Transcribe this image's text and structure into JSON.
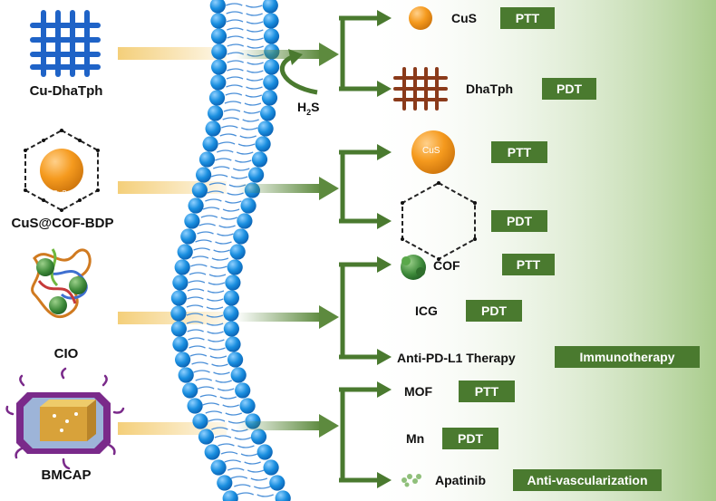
{
  "colors": {
    "green": "#4a7a2f",
    "arrow": "#5d8a3e",
    "bead": "#1a8fe0",
    "feed": "#f4cf7a"
  },
  "groups": [
    {
      "source": "Cu-DhaTph",
      "icon": "grid-framework-icon",
      "products": [
        {
          "name": "CuS",
          "therapy": "PTT",
          "icon": "nanoparticle-icon"
        },
        {
          "name": "DhaTph",
          "therapy": "PDT",
          "icon": "grid-framework-icon"
        }
      ]
    },
    {
      "source": "CuS@COF-BDP",
      "icon": "core-shell-framework-icon",
      "core_label": "CuS",
      "products": [
        {
          "name": "",
          "therapy": "PTT",
          "icon": "nanoparticle-icon",
          "icon_label": "CuS"
        },
        {
          "name": "",
          "therapy": "PDT",
          "icon": "hexagonal-framework-icon"
        }
      ]
    },
    {
      "source": "CIO",
      "icon": "protein-cluster-icon",
      "products": [
        {
          "name": "COF",
          "therapy": "PTT",
          "icon": "cluster-icon"
        },
        {
          "name": "ICG",
          "therapy": "PDT"
        },
        {
          "name": "Anti-PD-L1 Therapy",
          "therapy": "Immunotherapy"
        }
      ]
    },
    {
      "source": "BMCAP",
      "icon": "layered-nanocube-icon",
      "products": [
        {
          "name": "MOF",
          "therapy": "PTT"
        },
        {
          "name": "Mn",
          "therapy": "PDT"
        },
        {
          "name": "Apatinib",
          "therapy": "Anti-vascularization",
          "icon": "molecule-icon"
        }
      ]
    }
  ],
  "h2s_label": {
    "main": "H",
    "sub": "2",
    "tail": "S"
  }
}
